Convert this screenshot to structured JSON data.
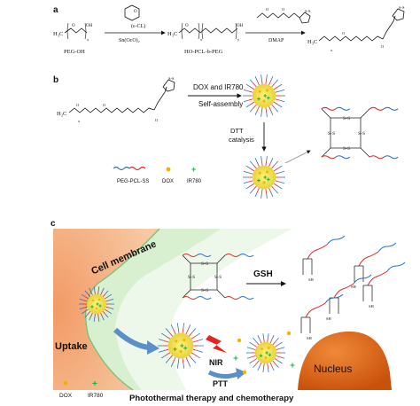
{
  "panel_a": {
    "label": "a",
    "reactant_1_label": "PEG-OH",
    "monomer_label": "(ε-CL)",
    "catalyst_label": "Sn(OcO)₂",
    "product_1_label": "HO-PCL-b-PEG",
    "coupling_reagent_label": "DMAP"
  },
  "panel_b": {
    "label": "b",
    "loading_label": "DOX and IR780",
    "assembly_label": "Self-assembly",
    "dtt_label_1": "DTT",
    "dtt_label_2": "catalysis",
    "legend_polymer": "PEG-PCL-SS",
    "legend_dox": "DOX",
    "legend_ir780": "IR780"
  },
  "panel_c": {
    "label": "c",
    "cell_membrane_label": "Cell membrane",
    "gsh_label": "GSH",
    "uptake_label": "Uptake",
    "nir_label": "NIR",
    "ptt_label": "PTT",
    "nucleus_label": "Nucleus",
    "legend_dox": "DOX",
    "legend_ir780": "IR780",
    "caption": "Photothermal therapy and chemotherapy"
  },
  "colors": {
    "cell_orange": "#f0a070",
    "cell_green": "#d8f0d0",
    "membrane_green": "#9fd4a0",
    "nucleus": "#d9620e",
    "arrow_blue": "#5a8fc8",
    "nir_red": "#e52420",
    "dox_yellow": "#f2b400",
    "ir780_green": "#20b040",
    "chain_red": "#d42a2a",
    "chain_blue": "#2a6fc2"
  }
}
